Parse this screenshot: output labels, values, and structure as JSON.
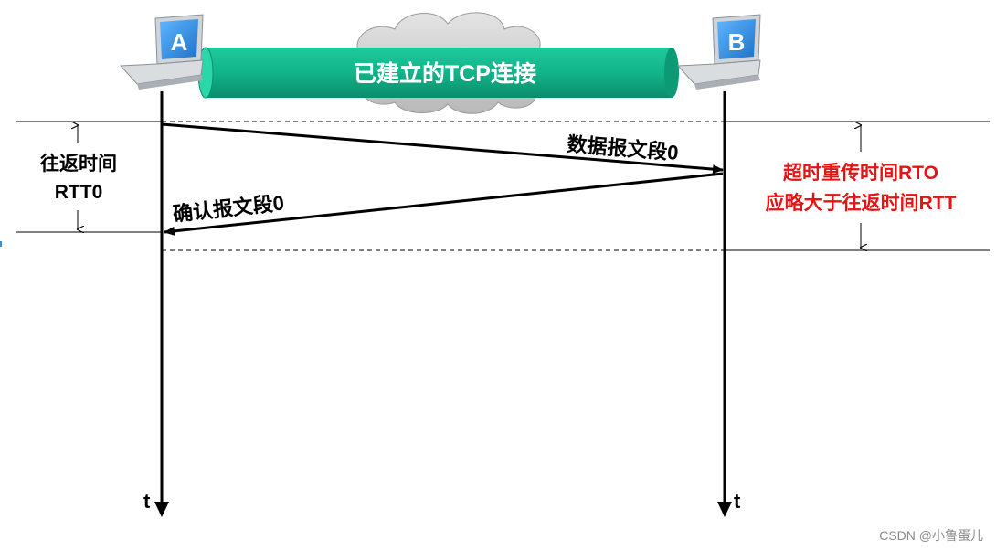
{
  "hosts": {
    "a": {
      "letter": "A"
    },
    "b": {
      "letter": "B"
    }
  },
  "connection": {
    "label": "已建立的TCP连接"
  },
  "rtt": {
    "line1": "往返时间",
    "line2": "RTT0"
  },
  "segments": {
    "data": {
      "label": "数据报文段0"
    },
    "ack": {
      "label": "确认报文段0"
    }
  },
  "rto": {
    "line1": "超时重传时间RTO",
    "line2": "应略大于往返时间RTT"
  },
  "time_axes": {
    "left_label": "t",
    "right_label": "t"
  },
  "watermark": {
    "text": "CSDN @小鲁蛋儿"
  },
  "colors": {
    "tube": "#12b48a",
    "tube_dark": "#0b8f6c",
    "rto_text": "#e21414",
    "laptop_screen": "#2f8fe0",
    "cloud": "#c9c9c9"
  }
}
